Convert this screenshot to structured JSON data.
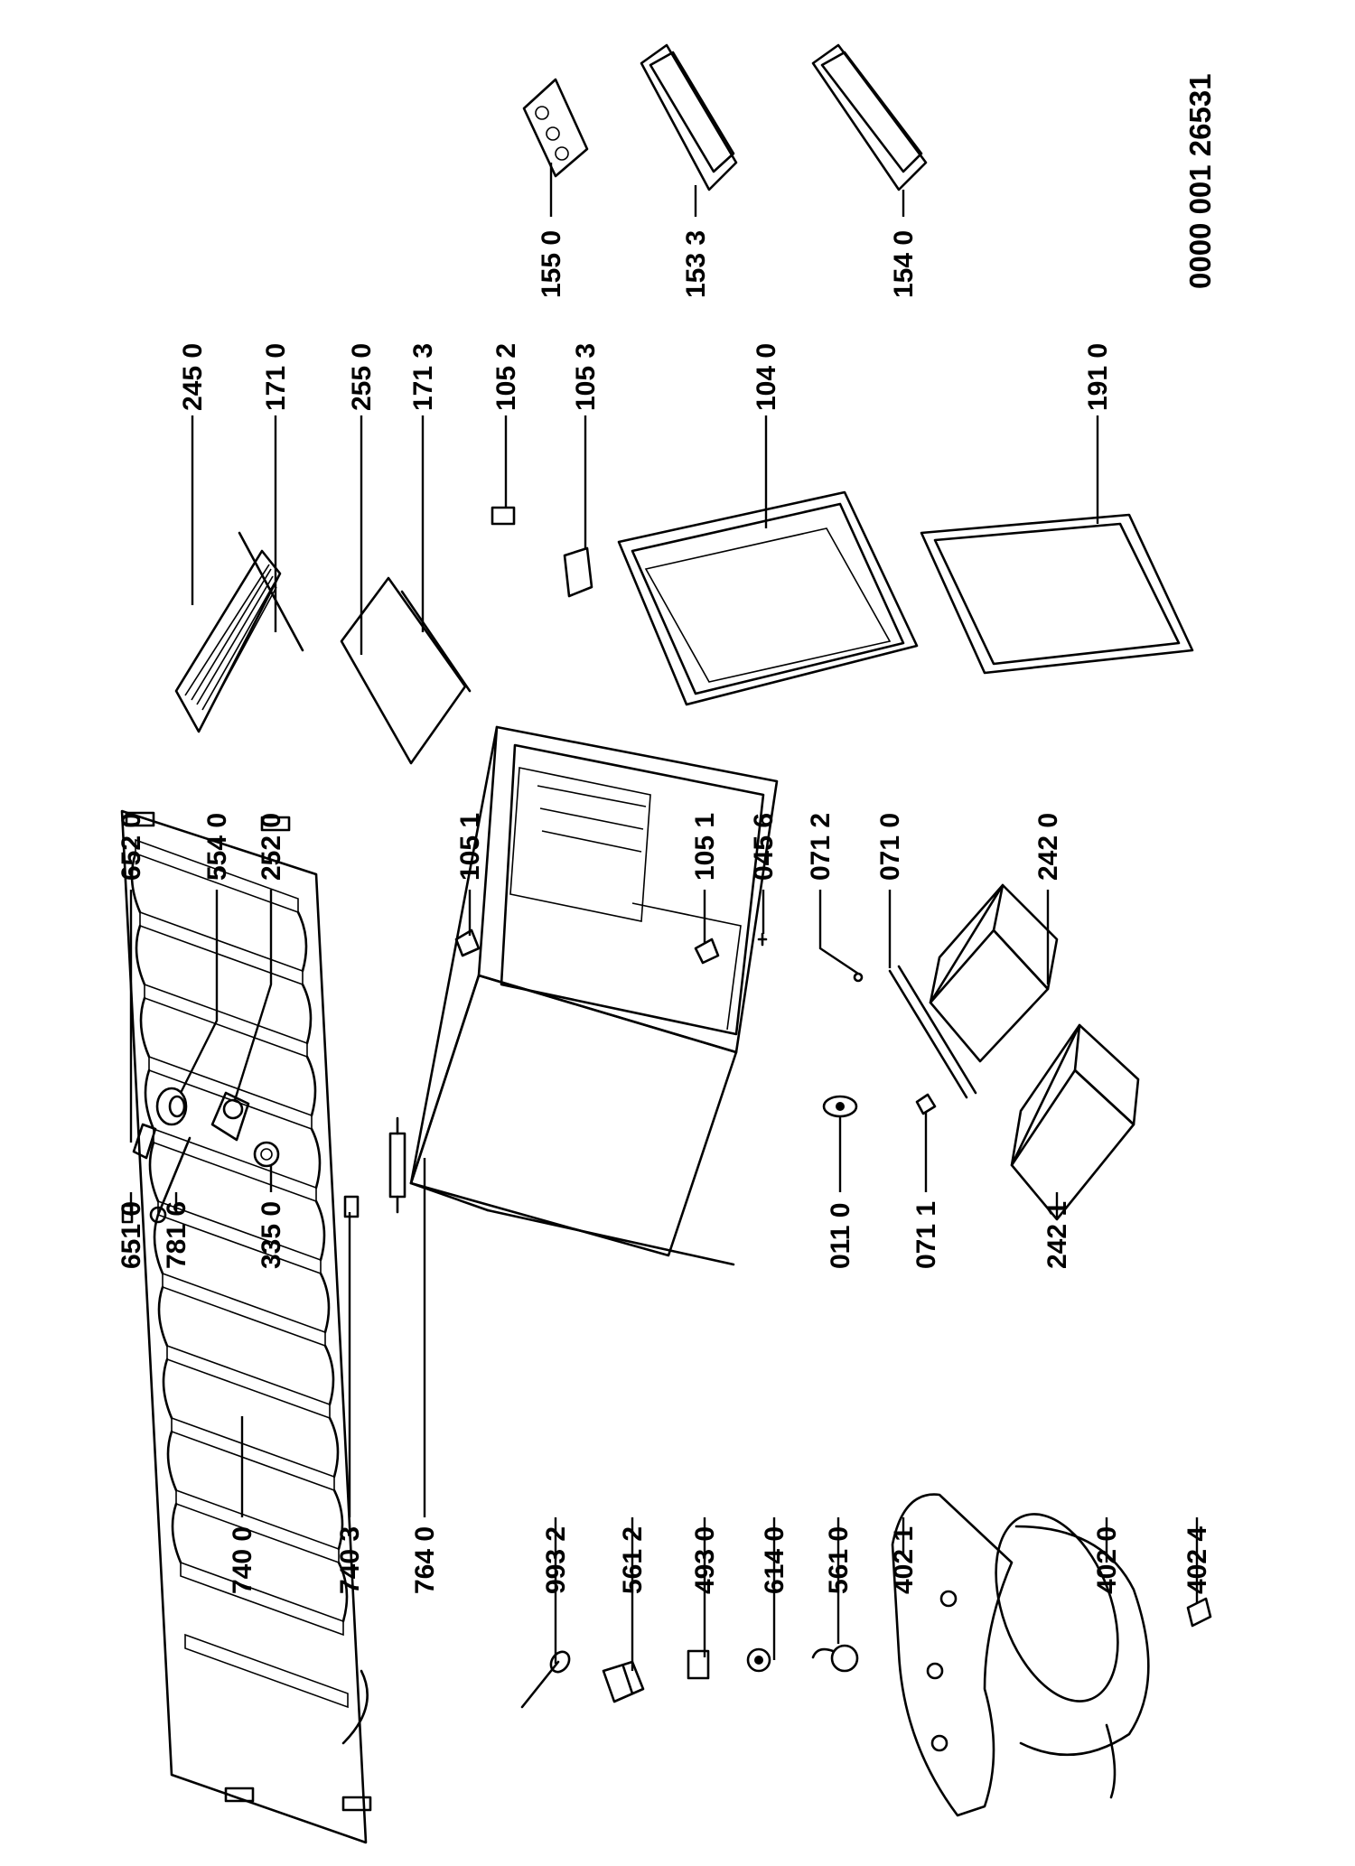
{
  "diagram": {
    "reference_number": "0000 001 26531",
    "labels": [
      {
        "id": "lbl-740-0",
        "text": "740 0"
      },
      {
        "id": "lbl-740-3",
        "text": "740 3"
      },
      {
        "id": "lbl-764-0",
        "text": "764 0"
      },
      {
        "id": "lbl-993-2",
        "text": "993 2"
      },
      {
        "id": "lbl-561-2",
        "text": "561 2"
      },
      {
        "id": "lbl-493-0",
        "text": "493 0"
      },
      {
        "id": "lbl-614-0",
        "text": "614 0"
      },
      {
        "id": "lbl-561-0",
        "text": "561 0"
      },
      {
        "id": "lbl-402-1",
        "text": "402 1"
      },
      {
        "id": "lbl-402-0",
        "text": "402 0"
      },
      {
        "id": "lbl-402-4",
        "text": "402 4"
      },
      {
        "id": "lbl-651-0",
        "text": "651 0"
      },
      {
        "id": "lbl-781-6",
        "text": "781 6"
      },
      {
        "id": "lbl-335-0",
        "text": "335 0"
      },
      {
        "id": "lbl-011-0",
        "text": "011 0"
      },
      {
        "id": "lbl-071-1",
        "text": "071 1"
      },
      {
        "id": "lbl-242-1",
        "text": "242 1"
      },
      {
        "id": "lbl-652-0",
        "text": "652 0"
      },
      {
        "id": "lbl-554-0",
        "text": "554 0"
      },
      {
        "id": "lbl-252-0",
        "text": "252 0"
      },
      {
        "id": "lbl-105-1-a",
        "text": "105 1"
      },
      {
        "id": "lbl-105-1-b",
        "text": "105 1"
      },
      {
        "id": "lbl-045-6",
        "text": "045 6"
      },
      {
        "id": "lbl-071-2",
        "text": "071 2"
      },
      {
        "id": "lbl-071-0",
        "text": "071 0"
      },
      {
        "id": "lbl-242-0",
        "text": "242 0"
      },
      {
        "id": "lbl-245-0",
        "text": "245 0"
      },
      {
        "id": "lbl-171-0",
        "text": "171 0"
      },
      {
        "id": "lbl-255-0",
        "text": "255 0"
      },
      {
        "id": "lbl-171-3",
        "text": "171 3"
      },
      {
        "id": "lbl-105-2",
        "text": "105 2"
      },
      {
        "id": "lbl-105-3",
        "text": "105 3"
      },
      {
        "id": "lbl-104-0",
        "text": "104 0"
      },
      {
        "id": "lbl-191-0",
        "text": "191 0"
      },
      {
        "id": "lbl-155-0",
        "text": "155 0"
      },
      {
        "id": "lbl-153-3",
        "text": "153 3"
      },
      {
        "id": "lbl-154-0",
        "text": "154 0"
      }
    ]
  }
}
